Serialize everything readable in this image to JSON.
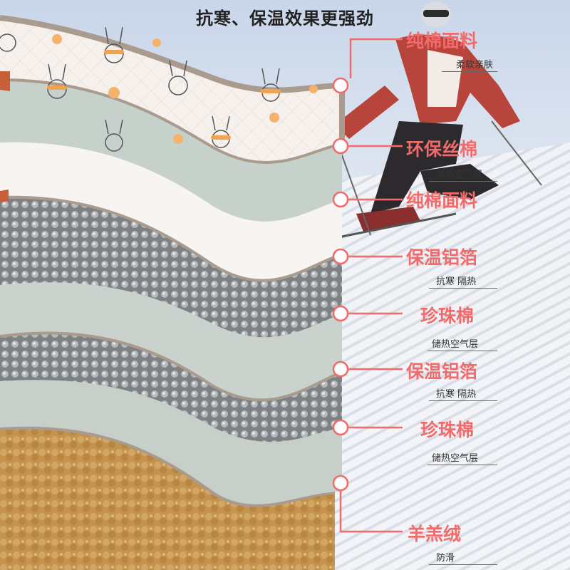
{
  "header": {
    "title": "抗寒、保温效果更强劲"
  },
  "colors": {
    "accent": "#f26a6a",
    "quilt": "#f6f1ec",
    "gray_layer": "#c9d2cc",
    "foil": "#8f9294",
    "wool": "#c79a55"
  },
  "layers": [
    {
      "title": "纯棉面料",
      "subtitle": "柔软亲肤"
    },
    {
      "title": "环保丝棉",
      "subtitle": "储热空气层"
    },
    {
      "title": "纯棉面料",
      "subtitle": ""
    },
    {
      "title": "保温铝箔",
      "subtitle": "抗寒 隔热"
    },
    {
      "title": "珍珠棉",
      "subtitle": "储热空气层"
    },
    {
      "title": "保温铝箔",
      "subtitle": "抗寒 隔热"
    },
    {
      "title": "珍珠棉",
      "subtitle": "储热空气层"
    },
    {
      "title": "羊羔绒",
      "subtitle": "防滑"
    }
  ]
}
